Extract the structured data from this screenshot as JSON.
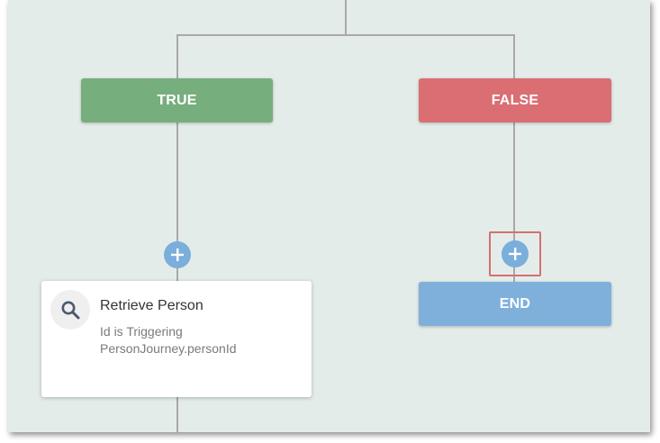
{
  "flow": {
    "true_branch": {
      "label": "TRUE",
      "color": "#77ae7d"
    },
    "false_branch": {
      "label": "FALSE",
      "color": "#da6e72"
    },
    "end_node": {
      "label": "END",
      "color": "#7fb0dc"
    },
    "step_card": {
      "title": "Retrieve Person",
      "description_lines": [
        "Id is Triggering",
        "PersonJourney.personId"
      ],
      "icon": "search-icon"
    },
    "add_step_icon": "plus-icon",
    "highlight_color": "#d4706f",
    "background_color": "#e4ecea",
    "connector_color": "#a9a9a9"
  }
}
